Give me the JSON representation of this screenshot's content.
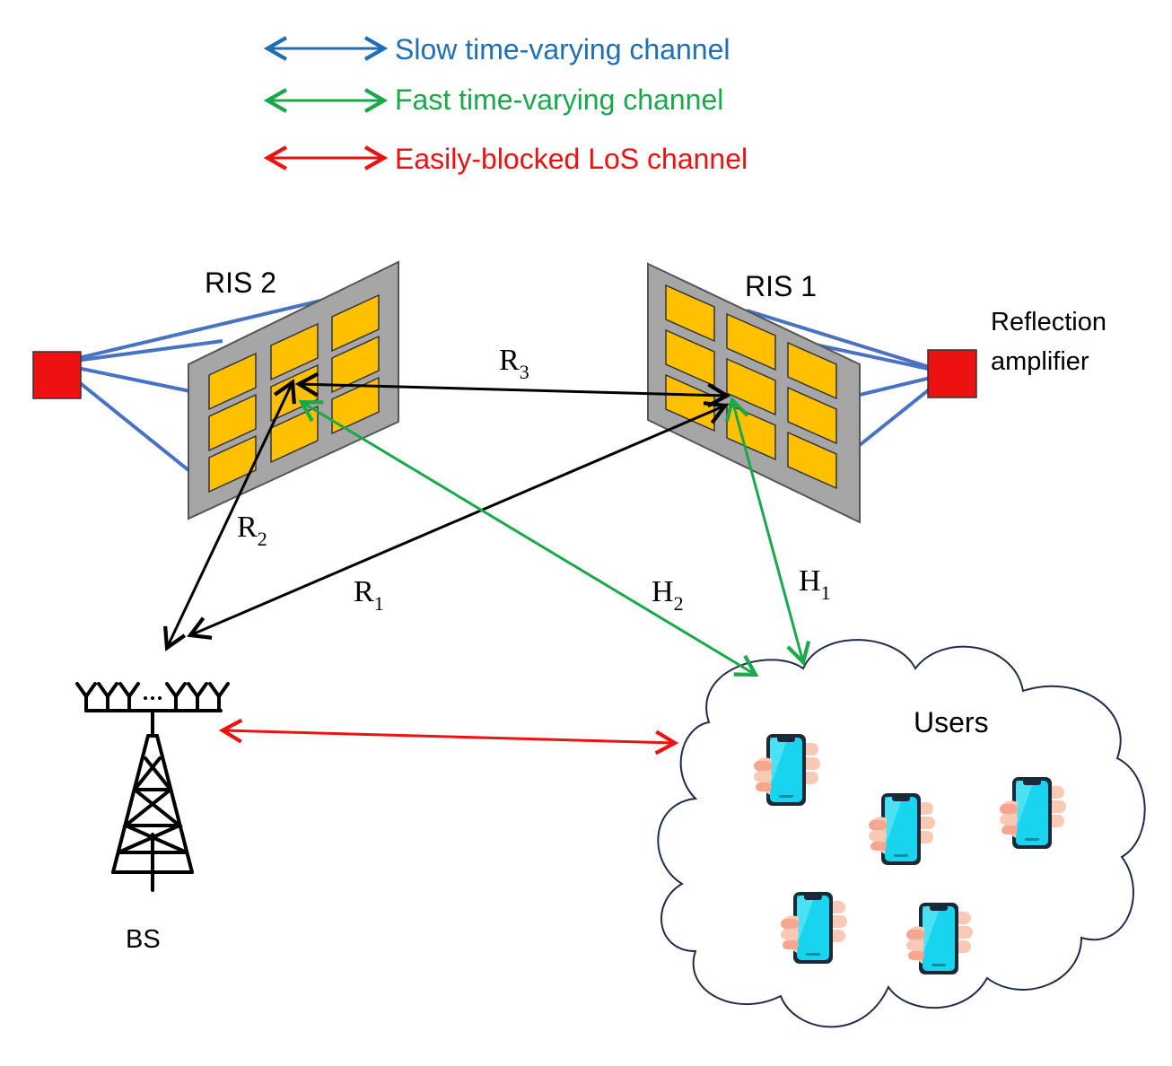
{
  "legend": [
    {
      "label": "Slow time-varying channel",
      "color": "#1f6fb7"
    },
    {
      "label": "Fast time-varying channel",
      "color": "#19a84a"
    },
    {
      "label": "Easily-blocked LoS channel",
      "color": "#ee1111"
    }
  ],
  "colors": {
    "black_link": "#000000",
    "amp_wire": "#4a72c4",
    "amplifier": "#ee1111",
    "panel": "#a6a6a6",
    "element": "#ffc000",
    "cloud_stroke": "#1f2d4a"
  },
  "nodes": {
    "ris2": "RIS 2",
    "ris1": "RIS 1",
    "amplifier_line1": "Reflection",
    "amplifier_line2": "amplifier",
    "bs": "BS",
    "users": "Users"
  },
  "channels": {
    "r1": {
      "base": "R",
      "sub": "1"
    },
    "r2": {
      "base": "R",
      "sub": "2"
    },
    "r3": {
      "base": "R",
      "sub": "3"
    },
    "h1": {
      "base": "H",
      "sub": "1"
    },
    "h2": {
      "base": "H",
      "sub": "2"
    }
  },
  "icons": {
    "bs": "cell-tower-icon",
    "phone": "hand-holding-phone-icon",
    "amplifier": "amplifier-box-icon"
  }
}
